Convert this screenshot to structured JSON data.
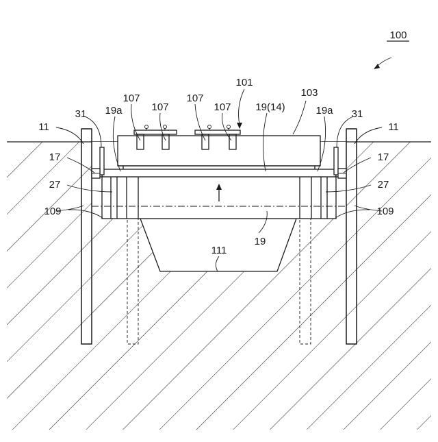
{
  "figure": {
    "labels": {
      "ref_100": "100",
      "ref_101": "101",
      "ref_103": "103",
      "ref_107_a": "107",
      "ref_107_b": "107",
      "ref_107_c": "107",
      "ref_107_d": "107",
      "ref_19_14": "19(14)",
      "ref_19a_left": "19a",
      "ref_19a_right": "19a",
      "ref_31_left": "31",
      "ref_31_right": "31",
      "ref_11_left": "11",
      "ref_11_right": "11",
      "ref_17_left": "17",
      "ref_17_right": "17",
      "ref_27_left": "27",
      "ref_27_right": "27",
      "ref_109_left": "109",
      "ref_109_right": "109",
      "ref_19": "19",
      "ref_111": "111"
    }
  }
}
